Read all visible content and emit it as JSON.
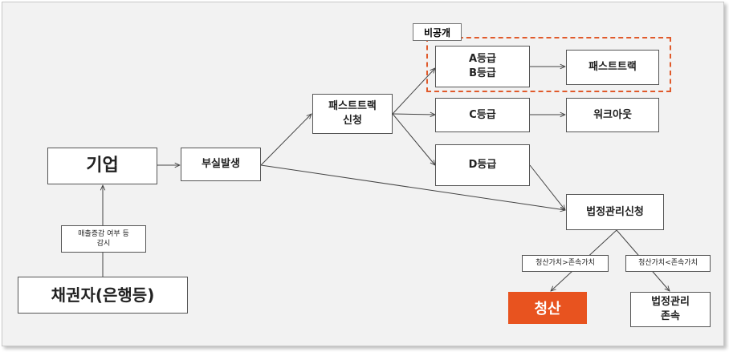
{
  "nodes": {
    "company": "기업",
    "creditor": "채권자(은행등)",
    "monitor": "매출증감 여부 등\n감시",
    "default": "부실발생",
    "fasttrack_apply": "패스트트랙\n신청",
    "grade_ab": "A등급\nB등급",
    "grade_c": "C등급",
    "grade_d": "D등급",
    "fasttrack": "패스트트랙",
    "workout": "워크아웃",
    "court": "법정관리신청",
    "liquidation_cond": "청산가치>존속가치",
    "survival_cond": "청산가치<존속가치",
    "liquidation": "청산",
    "court_survival": "법정관리\n존속"
  },
  "nonpublic_label": "비공개",
  "colors": {
    "liquidation_fill": "#e8531f",
    "dashed_border": "#e05a2b"
  }
}
